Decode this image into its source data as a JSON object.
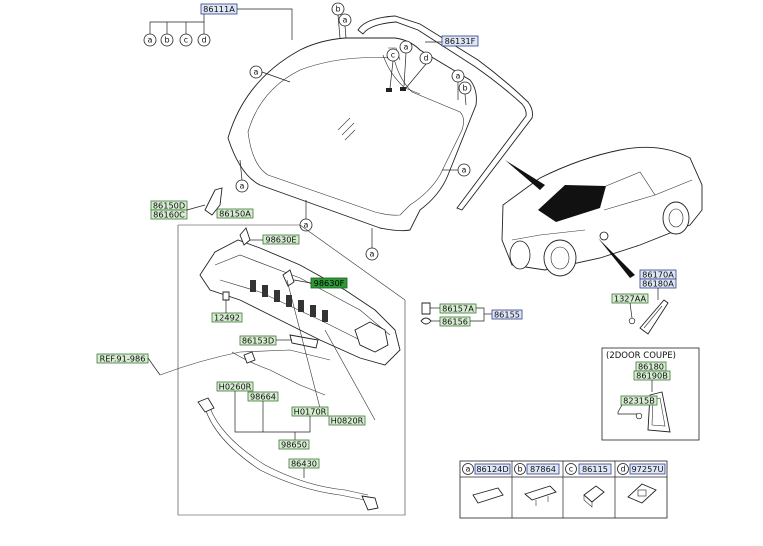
{
  "parts": {
    "p86111A": "86111A",
    "p86131F": "86131F",
    "p86150D": "86150D",
    "p86160C": "86160C",
    "p86150A": "86150A",
    "p98630E": "98630E",
    "p98630F": "98630F",
    "p12492": "12492",
    "p86157A": "86157A",
    "p86156": "86156",
    "p86155": "86155",
    "p86153D": "86153D",
    "pREF": "REF.91-986",
    "pH0260R": "H0260R",
    "p98664": "98664",
    "pH0170R": "H0170R",
    "pH0820R": "H0820R",
    "p98650": "98650",
    "p86430": "86430",
    "p86170A": "86170A",
    "p86180A": "86180A",
    "p1327AA": "1327AA",
    "p86180": "86180",
    "p86190B": "86190B",
    "p82315B": "82315B"
  },
  "coupe_label": "(2DOOR COUPE)",
  "letters": {
    "a": "a",
    "b": "b",
    "c": "c",
    "d": "d"
  },
  "legend": [
    {
      "letter": "a",
      "part": "86124D"
    },
    {
      "letter": "b",
      "part": "87864"
    },
    {
      "letter": "c",
      "part": "86115"
    },
    {
      "letter": "d",
      "part": "97257U"
    }
  ]
}
